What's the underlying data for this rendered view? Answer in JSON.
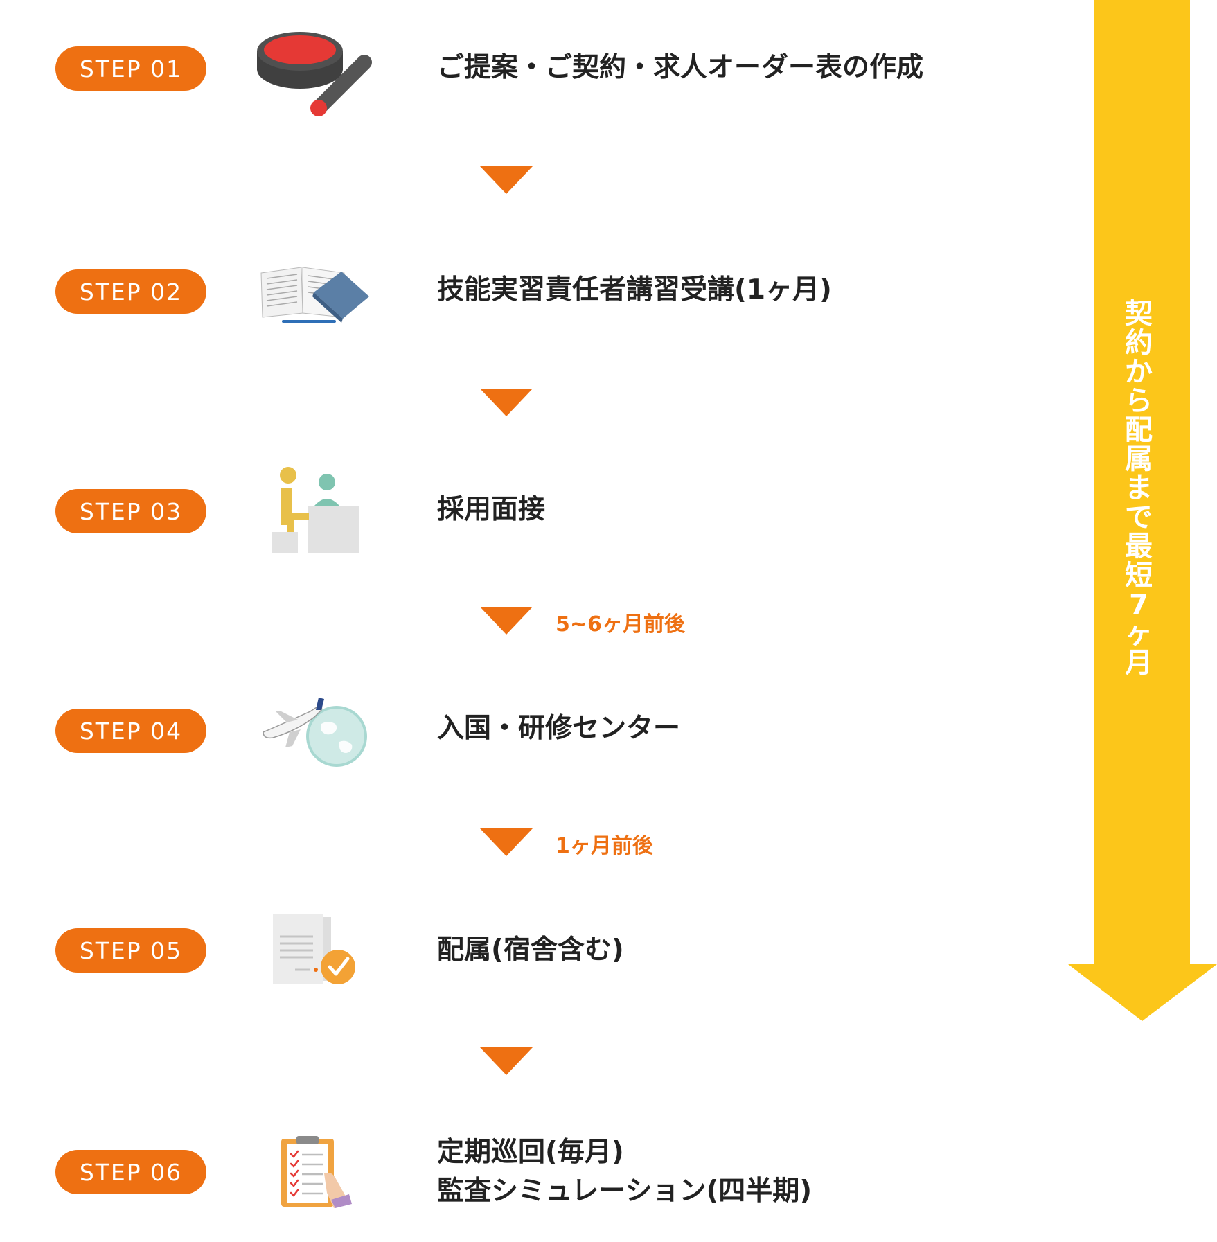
{
  "colors": {
    "orange": "#EE7012",
    "yellow": "#FCC61A",
    "text": "#222222"
  },
  "steps": [
    {
      "badge": "STEP 01",
      "title_lines": [
        "ご提案・ご契約・求人オーダー表の作成"
      ],
      "icon": "stamp-icon"
    },
    {
      "badge": "STEP 02",
      "title_lines": [
        "技能実習責任者講習受講(1ヶ月)"
      ],
      "icon": "book-icon"
    },
    {
      "badge": "STEP 03",
      "title_lines": [
        "採用面接"
      ],
      "icon": "interview-icon"
    },
    {
      "badge": "STEP 04",
      "title_lines": [
        "入国・研修センター"
      ],
      "icon": "airplane-globe-icon"
    },
    {
      "badge": "STEP 05",
      "title_lines": [
        "配属(宿舎含む)"
      ],
      "icon": "document-check-icon"
    },
    {
      "badge": "STEP 06",
      "title_lines": [
        "定期巡回(毎月)",
        "監査シミュレーション(四半期)"
      ],
      "icon": "clipboard-checklist-icon"
    }
  ],
  "connectors": [
    {
      "label": ""
    },
    {
      "label": ""
    },
    {
      "label": "5~6ヶ月前後"
    },
    {
      "label": "1ヶ月前後"
    },
    {
      "label": ""
    }
  ],
  "timeline": {
    "label": "契約から配属まで最短7ヶ月"
  }
}
